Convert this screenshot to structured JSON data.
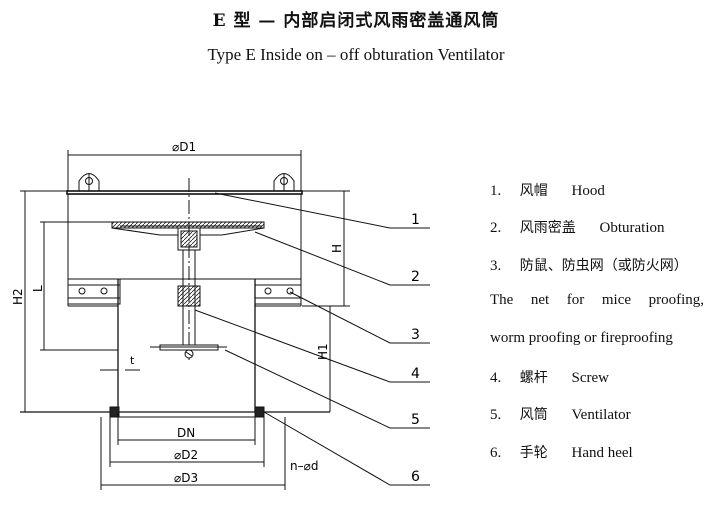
{
  "header": {
    "title_cn": "E 型 — 内部启闭式风雨密盖通风筒",
    "title_en": "Type E Inside on – off obturation Ventilator"
  },
  "dimensions": {
    "d1": "⌀D1",
    "d2": "⌀D2",
    "d3": "⌀D3",
    "dn": "DN",
    "h": "H",
    "h1": "H1",
    "h2": "H2",
    "l": "L",
    "t": "t",
    "bolt": "n–⌀d"
  },
  "callouts": [
    "1",
    "2",
    "3",
    "4",
    "5",
    "6"
  ],
  "legend": [
    {
      "num": "1.",
      "cn": "风帽",
      "en": "Hood"
    },
    {
      "num": "2.",
      "cn": "风雨密盖",
      "en": "Obturation"
    },
    {
      "num": "3.",
      "cn": "防鼠、防虫网（或防火网）",
      "en": ""
    },
    {
      "num": "4.",
      "cn": "螺杆",
      "en": "Screw"
    },
    {
      "num": "5.",
      "cn": "风筒",
      "en": "Ventilator"
    },
    {
      "num": "6.",
      "cn": "手轮",
      "en": "Hand heel"
    }
  ],
  "legend_note": {
    "line1": "The net for mice proofing,",
    "line2": "worm proofing or fireproofing"
  }
}
